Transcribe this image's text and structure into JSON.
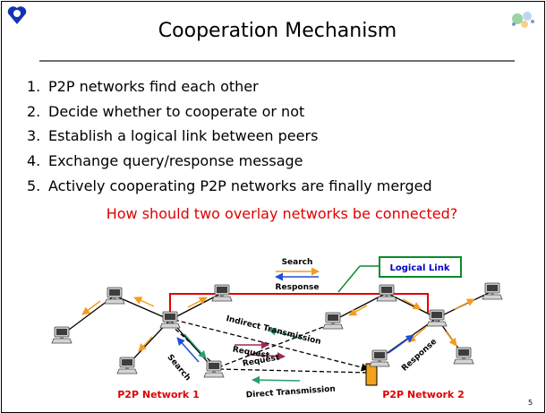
{
  "slide": {
    "title": "Cooperation Mechanism",
    "page_number": "5",
    "steps": [
      {
        "num": "1.",
        "text": "P2P networks find each other"
      },
      {
        "num": "2.",
        "text": "Decide whether to cooperate or not"
      },
      {
        "num": "3.",
        "text": "Establish a logical link between peers"
      },
      {
        "num": "4.",
        "text": "Exchange query/response message"
      },
      {
        "num": "5.",
        "text": "Actively cooperating P2P networks are finally merged"
      }
    ],
    "question": "How should two overlay networks be connected?"
  },
  "diagram": {
    "legend_search": "Search",
    "legend_response": "Response",
    "logical_link": "Logical Link",
    "network1": "P2P Network 1",
    "network2": "P2P Network 2",
    "indirect": "Indirect Transmission",
    "direct": "Direct Transmission",
    "request1": "Request",
    "request2": "Request",
    "search_diag": "Search",
    "response_diag": "Response"
  },
  "colors": {
    "accent_red": "#e00000",
    "logical_link_green": "#0a8a2a",
    "logical_link_text": "#0000cc",
    "search_arrow": "#f39c1d",
    "response_arrow": "#1f4fd6"
  }
}
